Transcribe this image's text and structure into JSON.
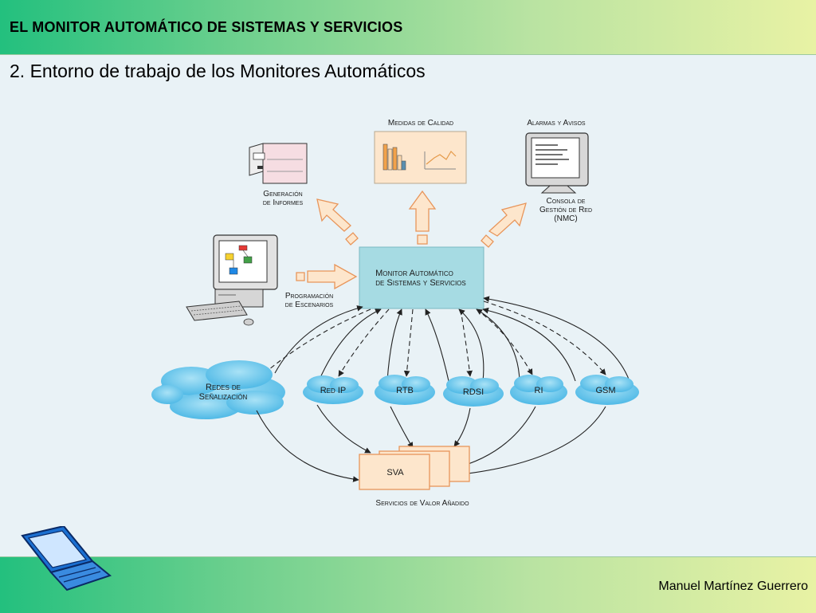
{
  "header": {
    "title": "EL MONITOR AUTOMÁTICO DE SISTEMAS Y SERVICIOS"
  },
  "subtitle": "2. Entorno de trabajo de los Monitores Automáticos",
  "footer": {
    "author": "Manuel Martínez Guerrero"
  },
  "diagram": {
    "quality_label": "Medidas de Calidad",
    "alarms_label": "Alarmas y Avisos",
    "reports_label_1": "Generación",
    "reports_label_2": "de Informes",
    "console_label_1": "Consola de",
    "console_label_2": "Gestión de Red",
    "console_label_3": "(NMC)",
    "scenarios_label_1": "Programación",
    "scenarios_label_2": "de Escenarios",
    "monitor_label_1": "Monitor Automático",
    "monitor_label_2": "de Sistemas y Servicios",
    "signaling_label_1": "Redes de",
    "signaling_label_2": "Señalización",
    "networks": [
      "Red IP",
      "RTB",
      "RDSI",
      "RI",
      "GSM"
    ],
    "sva_label": "SVA",
    "vas_label": "Servicios de Valor Añadido"
  }
}
